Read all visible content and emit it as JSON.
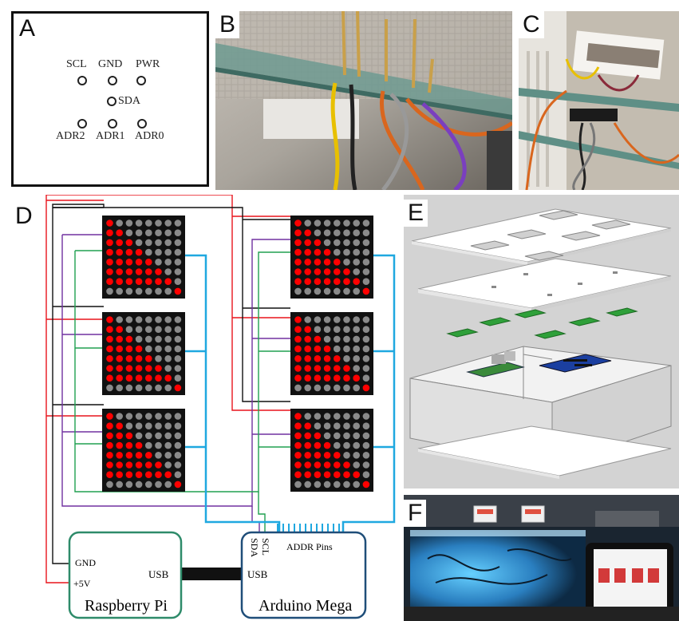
{
  "panels": {
    "a": "A",
    "b": "B",
    "c": "C",
    "d": "D",
    "e": "E",
    "f": "F"
  },
  "pinout": {
    "scl": "SCL",
    "gnd": "GND",
    "pwr": "PWR",
    "sda": "SDA",
    "adr2": "ADR2",
    "adr1": "ADR1",
    "adr0": "ADR0"
  },
  "matrix_pattern": [
    "10000000",
    "11000000",
    "11100000",
    "11110000",
    "11111000",
    "11111100",
    "11111110",
    "00000001"
  ],
  "wiring": {
    "pi_title": "Raspberry Pi",
    "pi_gnd": "GND",
    "pi_5v": "+5V",
    "pi_usb": "USB",
    "mega_title": "Arduino Mega",
    "mega_usb": "USB",
    "mega_sda": "SDA",
    "mega_scl": "SCL",
    "mega_addr": "ADDR Pins"
  },
  "colors": {
    "power": "#e8141c",
    "ground": "#111111",
    "sda": "#7030a0",
    "scl": "#20a050",
    "addr": "#1fa8e0",
    "pi_border": "#2e8b6a",
    "mega_border": "#1f4e79",
    "led_on": "#ff0000",
    "led_off": "#8a8a8a"
  }
}
